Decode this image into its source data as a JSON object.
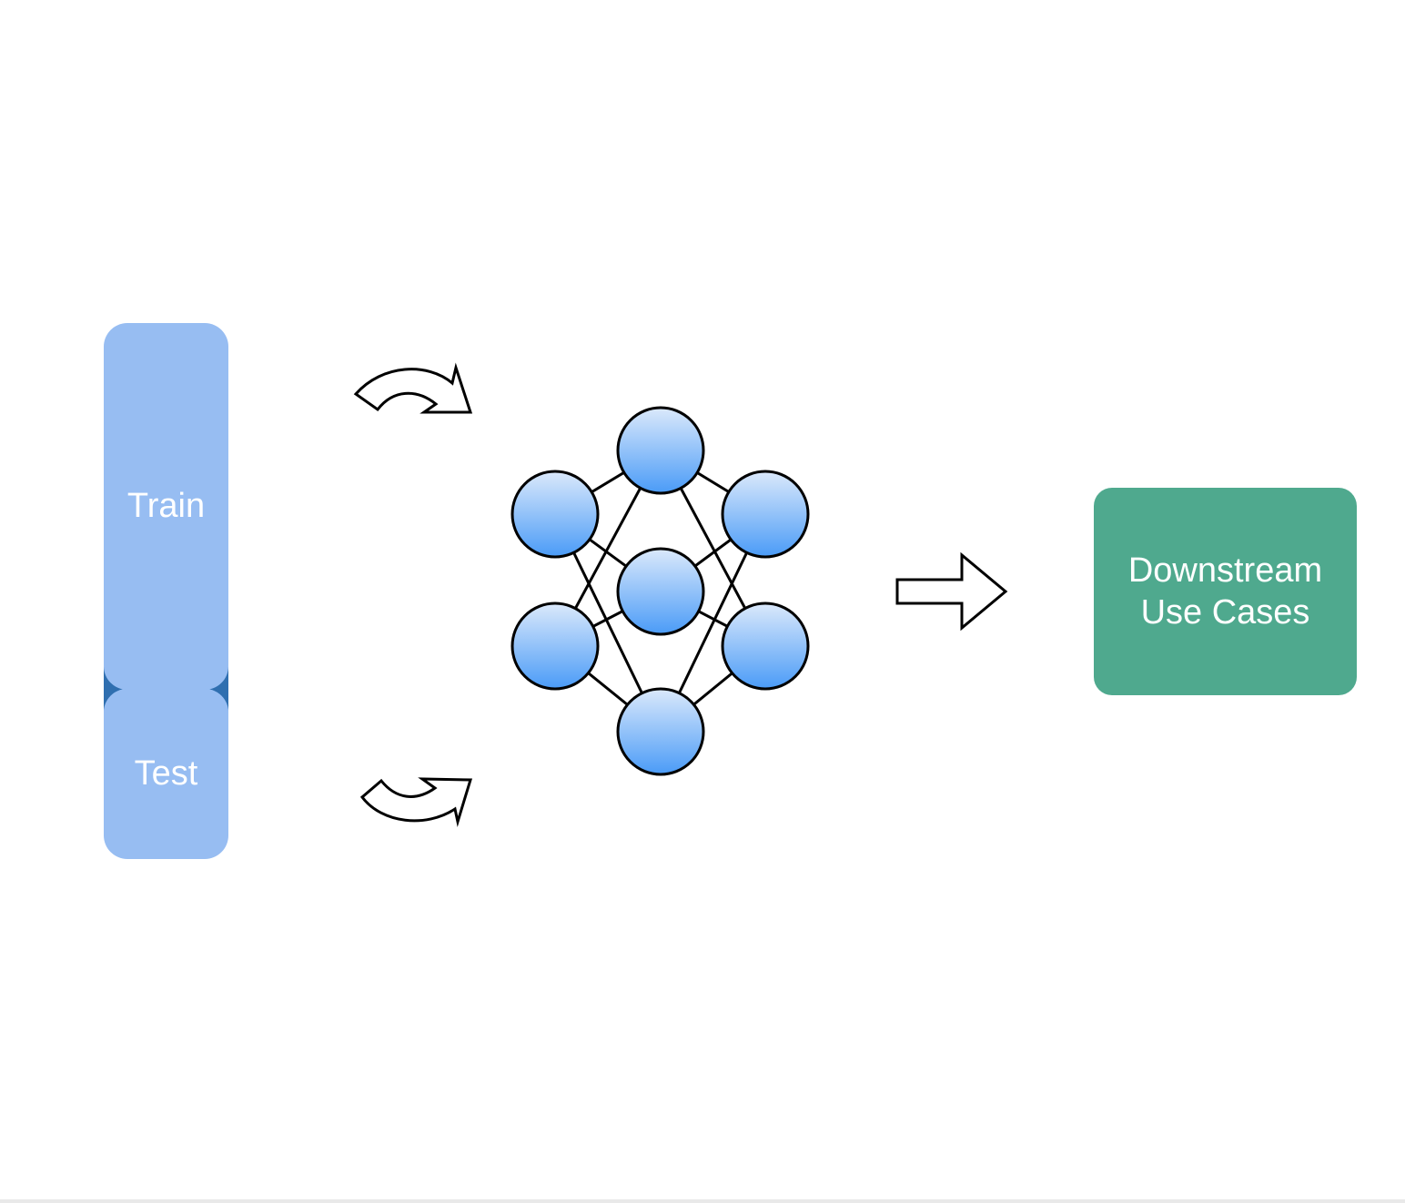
{
  "diagram": {
    "data_split": {
      "train_label": "Train",
      "test_label": "Test"
    },
    "output": {
      "line1": "Downstream",
      "line2": "Use Cases"
    },
    "colors": {
      "split_block": "#97bdf2",
      "split_joint": "#2f6fb0",
      "output_box": "#4fa98e",
      "node_top": "#d9e8fb",
      "node_bottom": "#4a9bf7",
      "stroke": "#000000"
    },
    "icons": {
      "train_arrow": "curved-arrow-icon",
      "test_arrow": "curved-arrow-icon",
      "output_arrow": "right-arrow-icon",
      "model": "neural-network-icon"
    }
  }
}
